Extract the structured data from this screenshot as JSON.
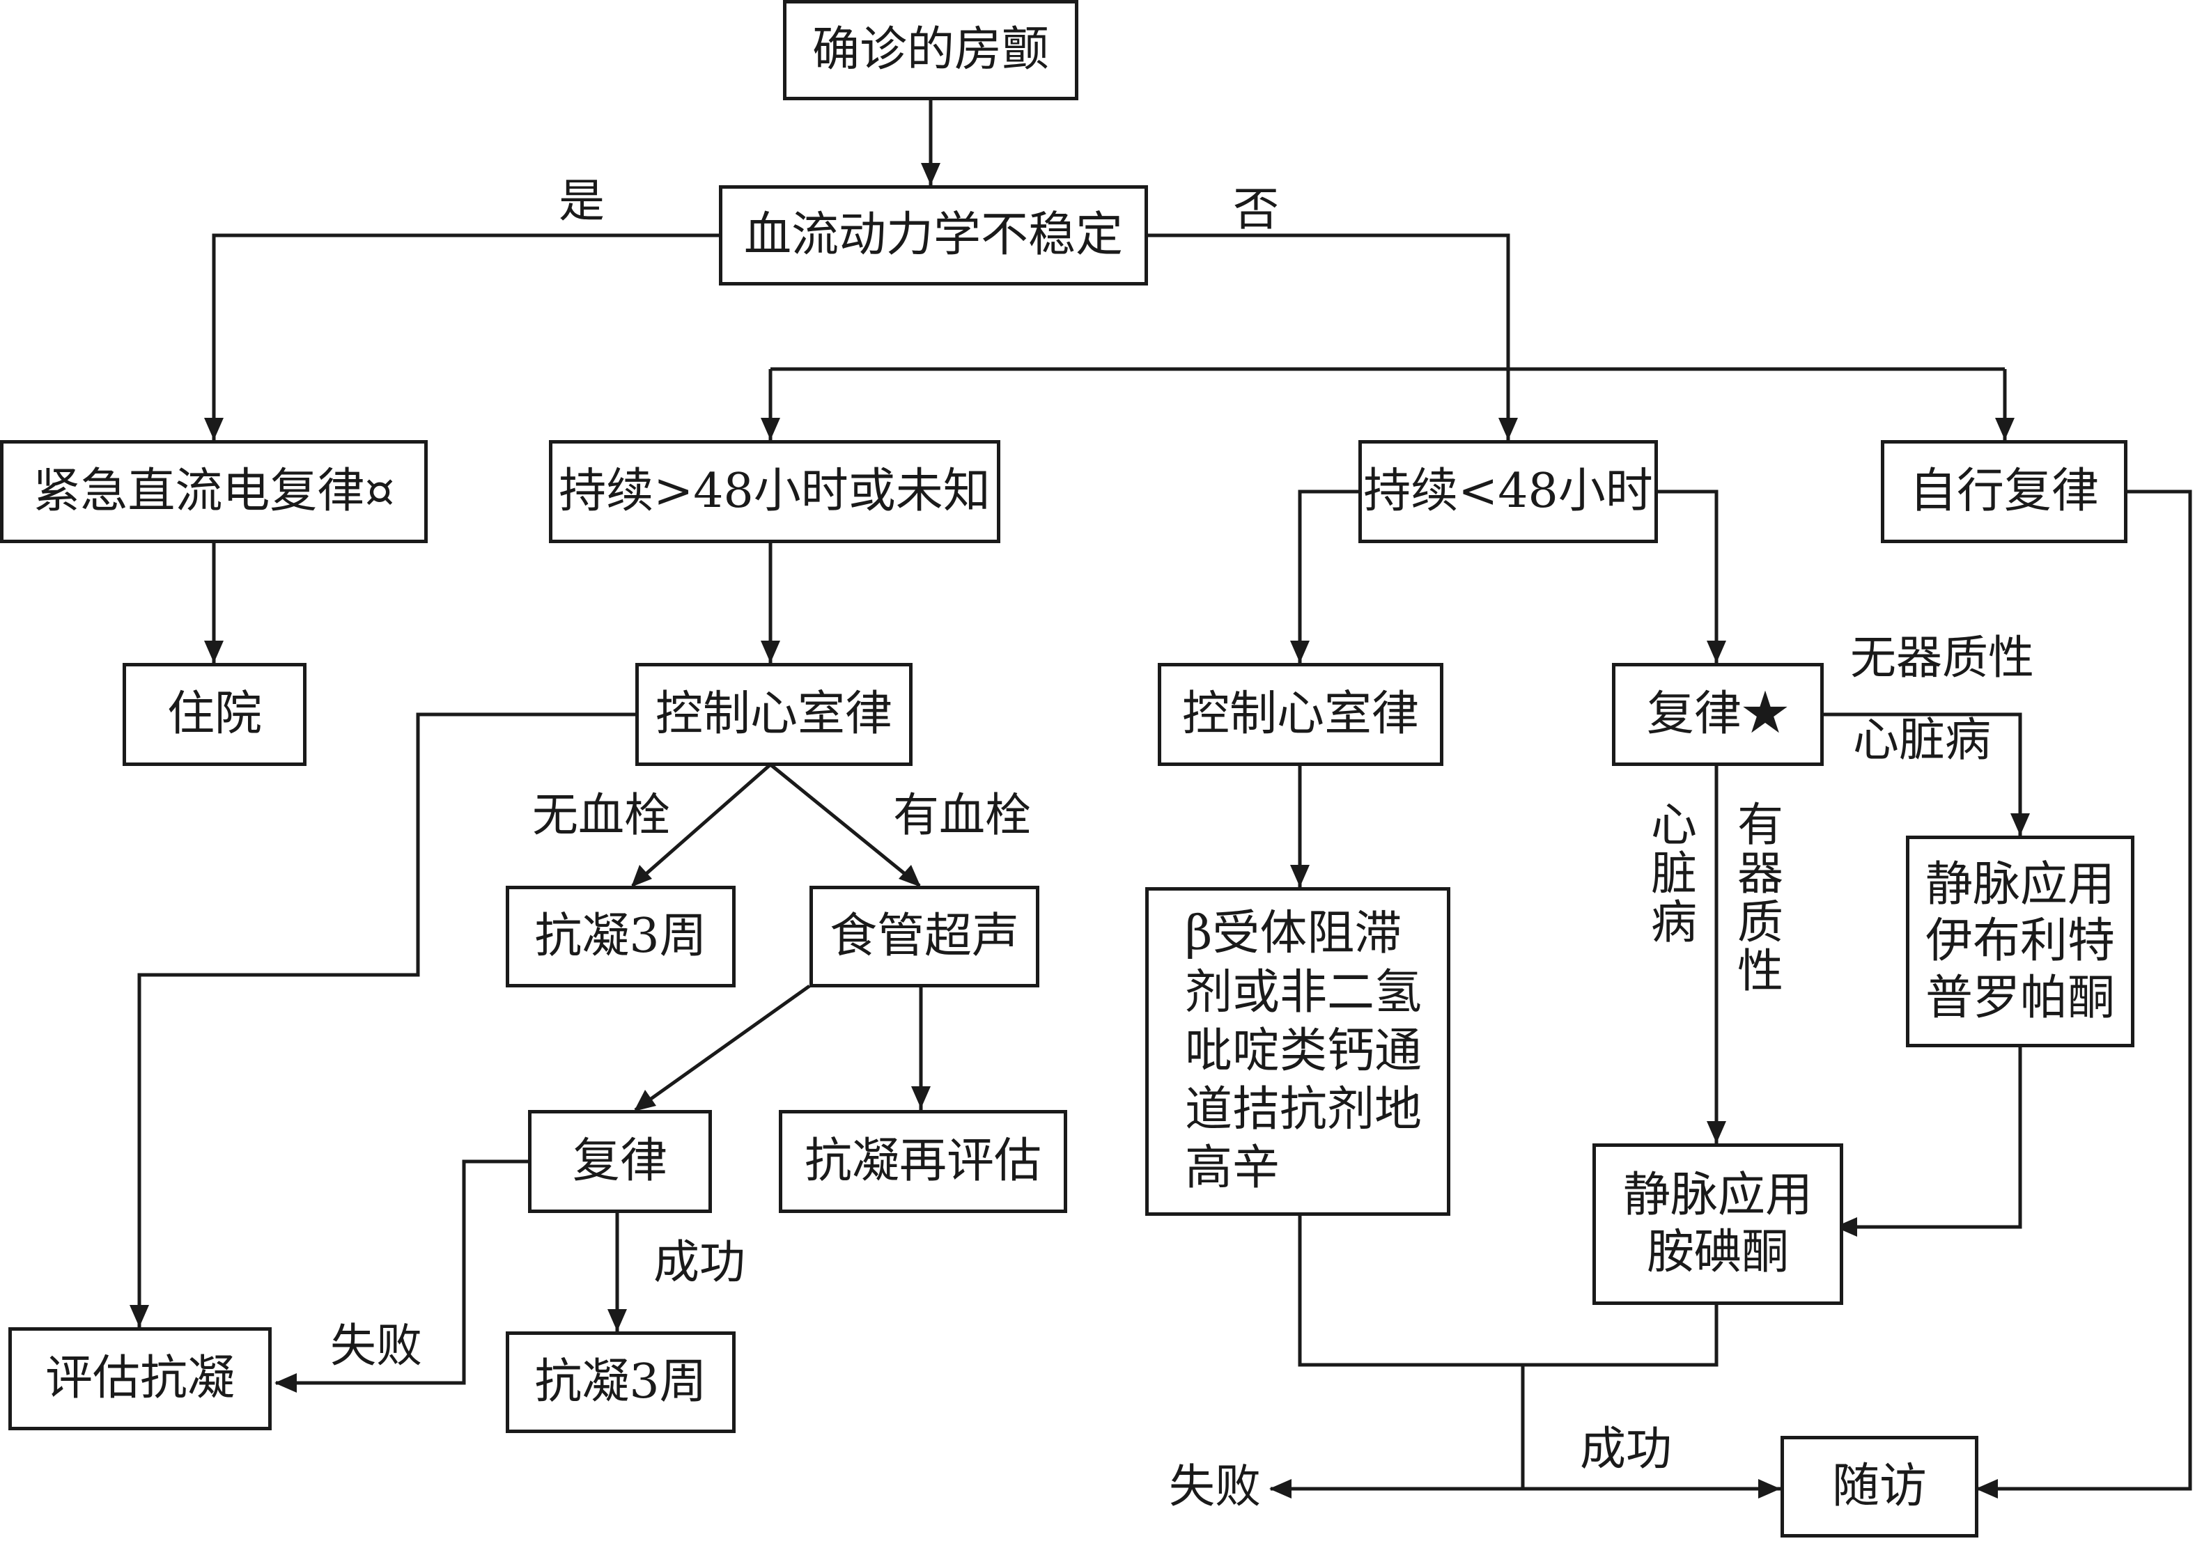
{
  "nodes": {
    "confirmed_af": "确诊的房颤",
    "hemodynamic_unstable": "血流动力学不稳定",
    "emergency_dc": "紧急直流电复律¤",
    "over_48h": "持续>48小时或未知",
    "under_48h": "持续<48小时",
    "self_convert": "自行复律",
    "hospitalize": "住院",
    "rate_control_a": "控制心室律",
    "rate_control_b": "控制心室律",
    "cardioversion_star": "复律★",
    "anticoag_3w_a": "抗凝3周",
    "tee": "食管超声",
    "cardioversion": "复律",
    "reassess_anticoag": "抗凝再评估",
    "assess_anticoag": "评估抗凝",
    "anticoag_3w_b": "抗凝3周",
    "beta_blocker": "β受体阻滞\n剂或非二氢\n吡啶类钙通\n道拮抗剂地\n高辛",
    "iv_ibutilide": "静脉应用\n伊布利特\n普罗帕酮",
    "iv_amiodarone": "静脉应用\n胺碘酮",
    "follow_up": "随访"
  },
  "labels": {
    "yes": "是",
    "no": "否",
    "no_thrombus": "无血栓",
    "with_thrombus": "有血栓",
    "success_left": "成功",
    "failure_left": "失败",
    "no_organic_line1": "无器质性",
    "no_organic_line2": "心脏病",
    "organic_col1": "心\n脏\n病",
    "organic_col2": "有\n器\n质\n性",
    "failure_bottom": "失败",
    "success_bottom": "成功"
  }
}
